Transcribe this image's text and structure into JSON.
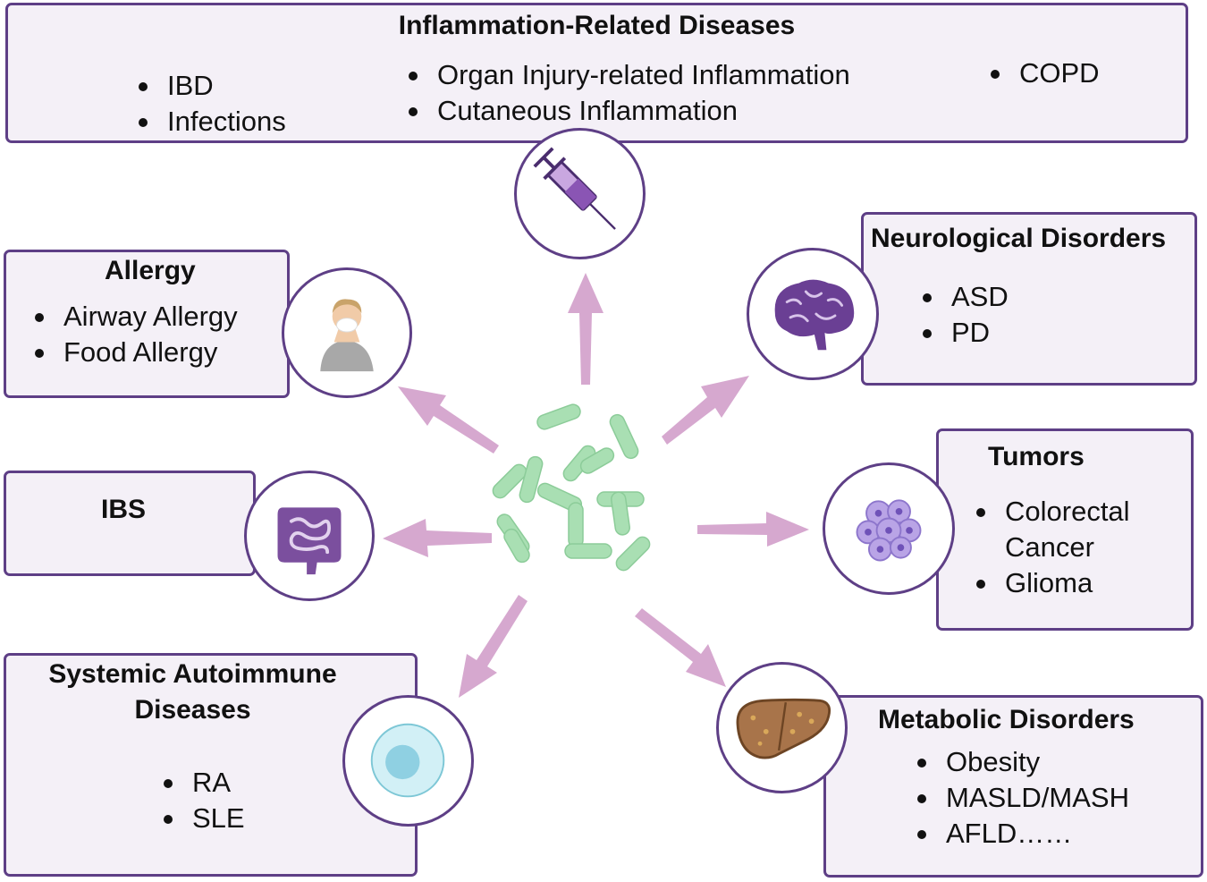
{
  "inflammation": {
    "title": "Inflammation-Related Diseases",
    "col1": [
      "IBD",
      "Infections"
    ],
    "col2": [
      "Organ Injury-related Inflammation",
      "Cutaneous Inflammation"
    ],
    "col3": [
      "COPD"
    ]
  },
  "allergy": {
    "title": "Allergy",
    "items": [
      "Airway Allergy",
      "Food Allergy"
    ]
  },
  "ibs": {
    "title": "IBS"
  },
  "autoimmune": {
    "title_line1": "Systemic Autoimmune",
    "title_line2": "Diseases",
    "items": [
      "RA",
      "SLE"
    ]
  },
  "neuro": {
    "title": "Neurological  Disorders",
    "items": [
      "ASD",
      "PD"
    ]
  },
  "tumors": {
    "title": "Tumors",
    "items_line1": "Colorectal",
    "items_line2": "Cancer",
    "items_last": "Glioma"
  },
  "metabolic": {
    "title": "Metabolic Disorders",
    "items": [
      "Obesity",
      "MASLD/MASH",
      "AFLD……"
    ]
  },
  "icons": [
    "syringe-icon",
    "sneezing-person-icon",
    "brain-icon",
    "intestine-icon",
    "tumor-cell-icon",
    "immune-cell-icon",
    "liver-icon",
    "bacteria-icon"
  ],
  "colors": {
    "border": "#5e3f86",
    "box_fill": "#f4f0f7",
    "arrow": "#d6a8cf",
    "bacteria": "#a9dfb3",
    "icon_purple": "#7b4f9e"
  }
}
